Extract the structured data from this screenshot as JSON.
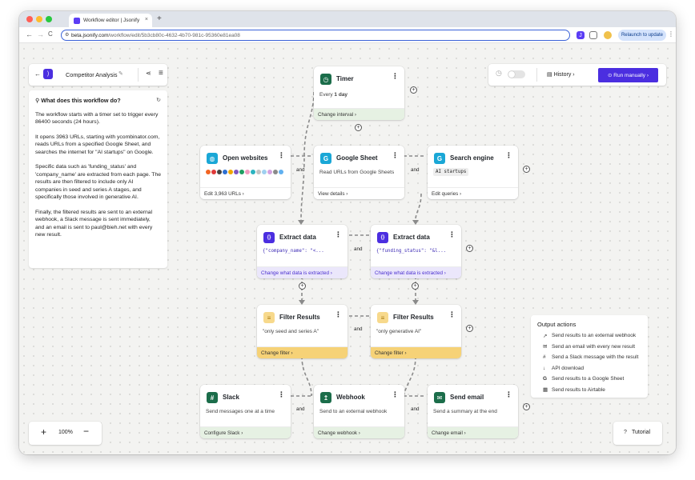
{
  "browser": {
    "tab_title": "Workflow editor | Jsonify",
    "tab_close": "×",
    "new_tab": "+",
    "url_host": "beta.jsonify.com",
    "url_path": "/workflow/edit/5b3cb80c-4632-4b70-981c-95360e81ea08",
    "relaunch_label": "Relaunch to update",
    "nav_back": "←",
    "nav_forward": "→",
    "nav_reload": "C"
  },
  "header": {
    "back_arrow": "←",
    "workflow_name": "Competitor Analysis",
    "edit_icon": "✎",
    "share_icon": "⋖",
    "menu_icon": "≡"
  },
  "topright": {
    "history_label": "History",
    "run_label": "Run manually"
  },
  "description": {
    "heading": "What does this workflow do?",
    "paragraphs": [
      "The workflow starts with a timer set to trigger every 86400 seconds (24 hours).",
      "It opens 3963 URLs, starting with ycombinator.com, reads URLs from a specified Google Sheet, and searches the internet for \"AI startups\" on Google.",
      "Specific data such as 'funding_status' and 'company_name' are extracted from each page. The results are then filtered to include only AI companies in seed and series A stages, and specifically those involved in generative AI.",
      "Finally, the filtered results are sent to an external webhook, a Slack message is sent immediately, and an email is sent to paul@bieh.net with every new result."
    ]
  },
  "nodes": {
    "timer": {
      "title": "Timer",
      "desc_prefix": "Every ",
      "desc_bold": "1 day",
      "foot": "Change interval",
      "icon": "◷"
    },
    "open_websites": {
      "title": "Open websites",
      "foot": "Edit 3,963 URLs",
      "icon": "◍"
    },
    "google_sheet": {
      "title": "Google Sheet",
      "desc": "Read URLs from Google Sheets",
      "foot": "View details",
      "icon": "G"
    },
    "search_engine": {
      "title": "Search engine",
      "chip": "AI startups",
      "foot": "Edit queries",
      "icon": "G"
    },
    "extract_1": {
      "title": "Extract data",
      "code": "{\"company_name\": \"<...",
      "foot": "Change what data is extracted",
      "icon": "{}"
    },
    "extract_2": {
      "title": "Extract data",
      "code": "{\"funding_status\": \"&l...",
      "foot": "Change what data is extracted",
      "icon": "{}"
    },
    "filter_1": {
      "title": "Filter Results",
      "desc": "\"only seed and series A\"",
      "foot": "Change filter",
      "icon": "≡"
    },
    "filter_2": {
      "title": "Filter Results",
      "desc": "\"only generative AI\"",
      "foot": "Change filter",
      "icon": "≡"
    },
    "slack": {
      "title": "Slack",
      "desc": "Send messages one at a time",
      "foot": "Configure Slack",
      "icon": "#"
    },
    "webhook": {
      "title": "Webhook",
      "desc": "Send to an external webhook",
      "foot": "Change webhook",
      "icon": "↥"
    },
    "email": {
      "title": "Send email",
      "desc": "Send a summary at the end",
      "foot": "Change email",
      "icon": "✉"
    }
  },
  "and_label": "and",
  "outputs": {
    "heading": "Output actions",
    "items": [
      {
        "icon": "↗",
        "label": "Send results to an external webhook"
      },
      {
        "icon": "✉",
        "label": "Send an email with every new result"
      },
      {
        "icon": "#",
        "label": "Send a Slack message with the result"
      },
      {
        "icon": "↓",
        "label": "API download"
      },
      {
        "icon": "G",
        "label": "Send results to a Google Sheet"
      },
      {
        "icon": "▦",
        "label": "Send results to Airtable"
      }
    ]
  },
  "zoom": {
    "plus": "+",
    "level": "100%",
    "minus": "−"
  },
  "tutorial_label": "Tutorial",
  "colors": {
    "brand": "#4b2ee0",
    "green_footer": "#e6f1e3",
    "yellow_footer": "#f6d277",
    "purple_footer": "#ebe7fb"
  }
}
